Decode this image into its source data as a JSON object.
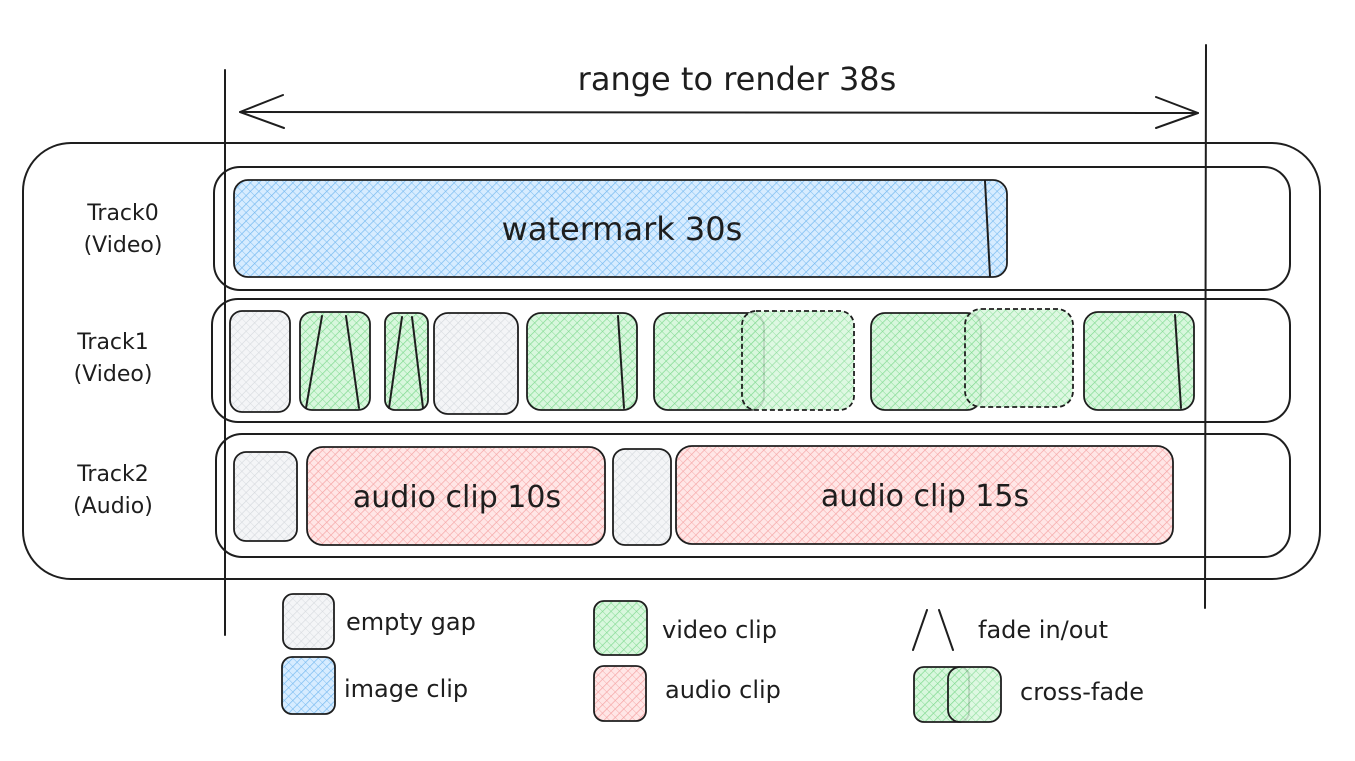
{
  "range_label": "range to render 38s",
  "tracks": [
    {
      "name": "Track0",
      "kind": "(Video)"
    },
    {
      "name": "Track1",
      "kind": "(Video)"
    },
    {
      "name": "Track2",
      "kind": "(Audio)"
    }
  ],
  "clip_labels": {
    "watermark": "watermark 30s",
    "audio_a": "audio clip 10s",
    "audio_b": "audio clip 15s"
  },
  "legend": {
    "empty_gap": "empty gap",
    "image_clip": "image clip",
    "video_clip": "video clip",
    "audio_clip": "audio clip",
    "fade": "fade in/out",
    "cross_fade": "cross-fade"
  },
  "colors": {
    "empty_gap": "#e9ecef",
    "image_clip": "#a5d8ff",
    "video_clip": "#b2f2bb",
    "audio_clip": "#ffc9c9",
    "stroke": "#1e1e1e"
  }
}
